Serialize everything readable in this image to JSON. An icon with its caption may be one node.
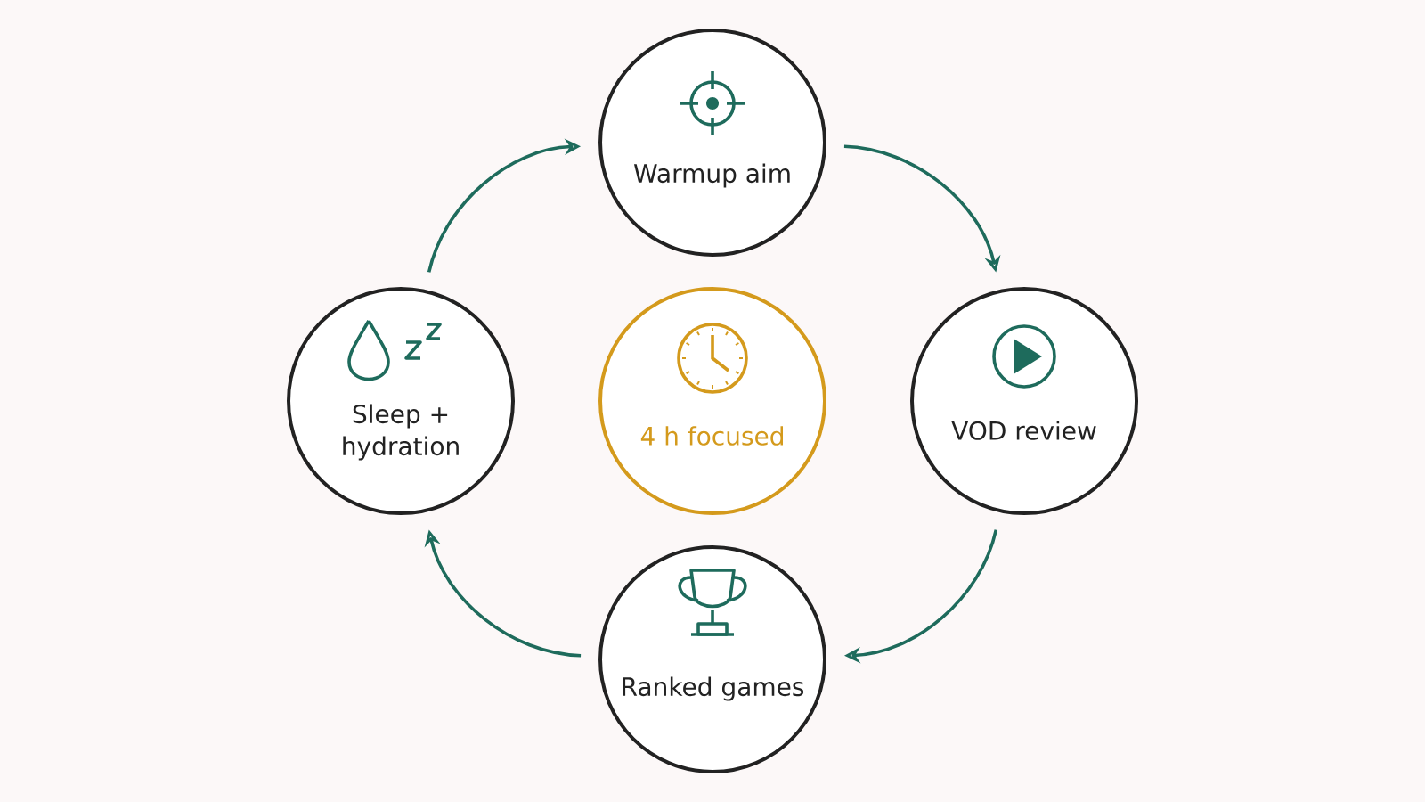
{
  "diagram": {
    "nodes": [
      {
        "text": [
          "Warmup aim"
        ]
      },
      {
        "text": [
          "VOD review"
        ]
      },
      {
        "text": [
          "Ranked games"
        ]
      },
      {
        "text": [
          "Sleep + hydration"
        ]
      },
      {
        "text": [
          "4 h focused"
        ]
      }
    ],
    "edges": [
      {
        "from": 3,
        "to": 0,
        "arrow": "to"
      },
      {
        "from": 0,
        "to": 1,
        "arrow": "to"
      },
      {
        "from": 1,
        "to": 2,
        "arrow": "to"
      },
      {
        "from": 2,
        "to": 3,
        "arrow": "to"
      }
    ]
  }
}
